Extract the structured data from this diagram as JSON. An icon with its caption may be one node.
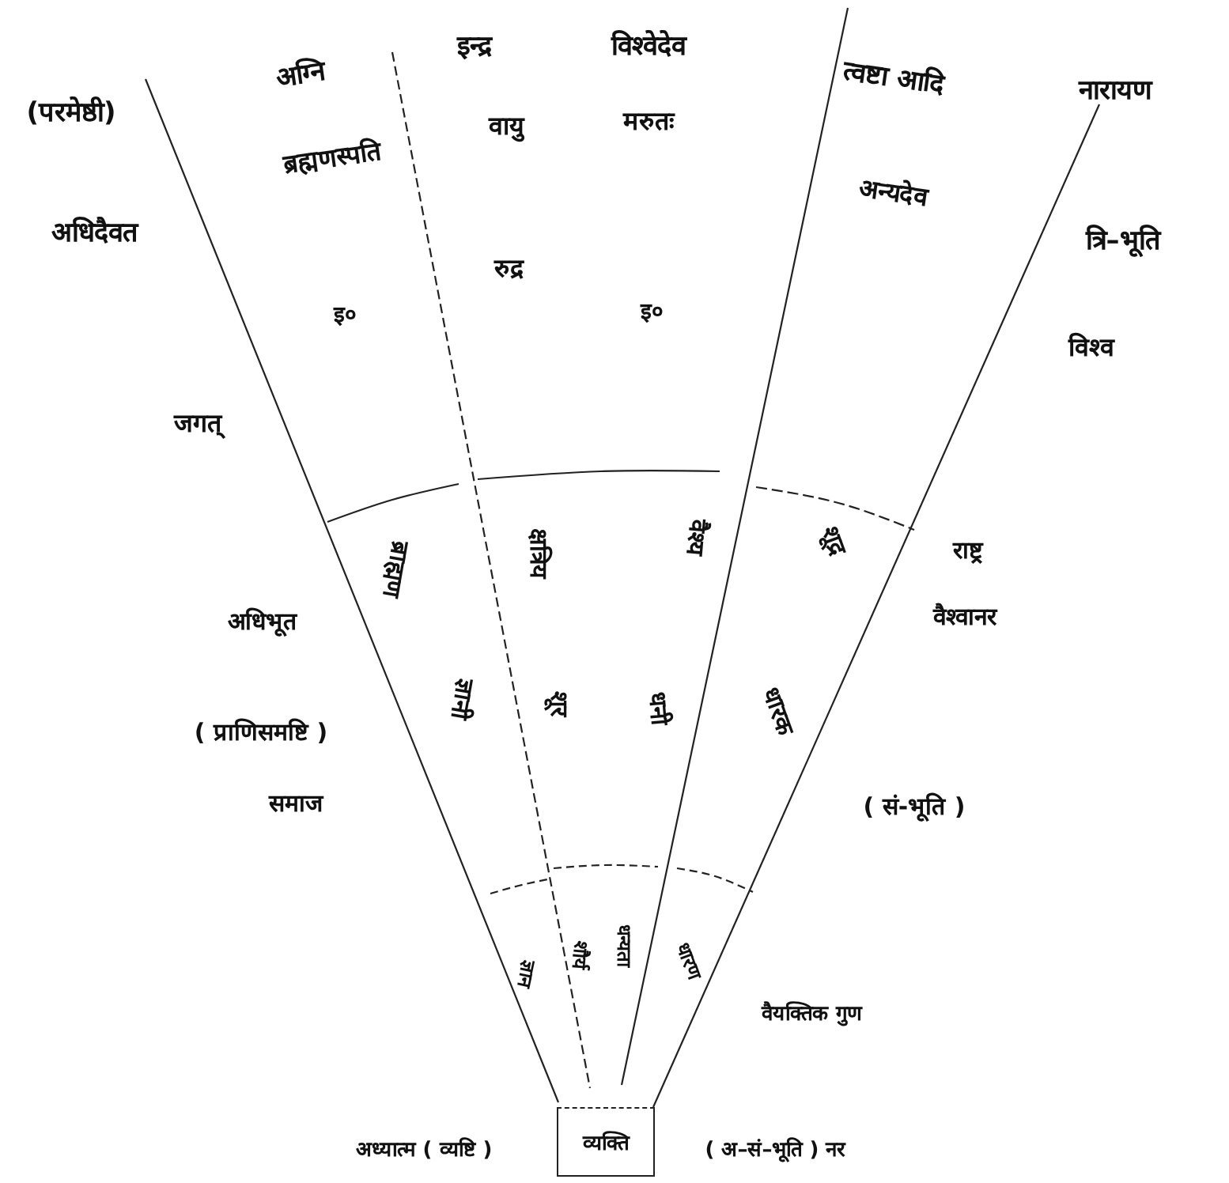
{
  "diagram": {
    "nodes": [
      {
        "text": [
          "व्यक्ति"
        ]
      }
    ],
    "labels": [
      "विश्वेदेव",
      "इन्द्र",
      "अग्नि",
      "त्वष्टा आदि",
      "नारायण",
      "(परमेष्ठी)",
      "मरुतः",
      "वायु",
      "ब्रह्मणस्पति",
      "अन्यदेव",
      "अधिदैवत",
      "त्रि–भूति",
      "रुद्र",
      "इ०",
      "इ०",
      "विश्व",
      "जगत्",
      "वैश्य",
      "शूद्र",
      "क्षत्रिय",
      "राष्ट्र",
      "ब्राह्मण",
      "अधिभूत",
      "वैश्वानर",
      "( प्राणिसमष्टि )",
      "ज्ञानी",
      "शूर",
      "धनी",
      "धारक",
      "समाज",
      "( सं-भूति )",
      "धन्यता",
      "शौर्य",
      "धारण",
      "ज्ञान",
      "वैयक्तिक गुण",
      "अध्यात्म ( व्यष्टि )",
      "( अ–सं–भूति ) नर"
    ]
  }
}
